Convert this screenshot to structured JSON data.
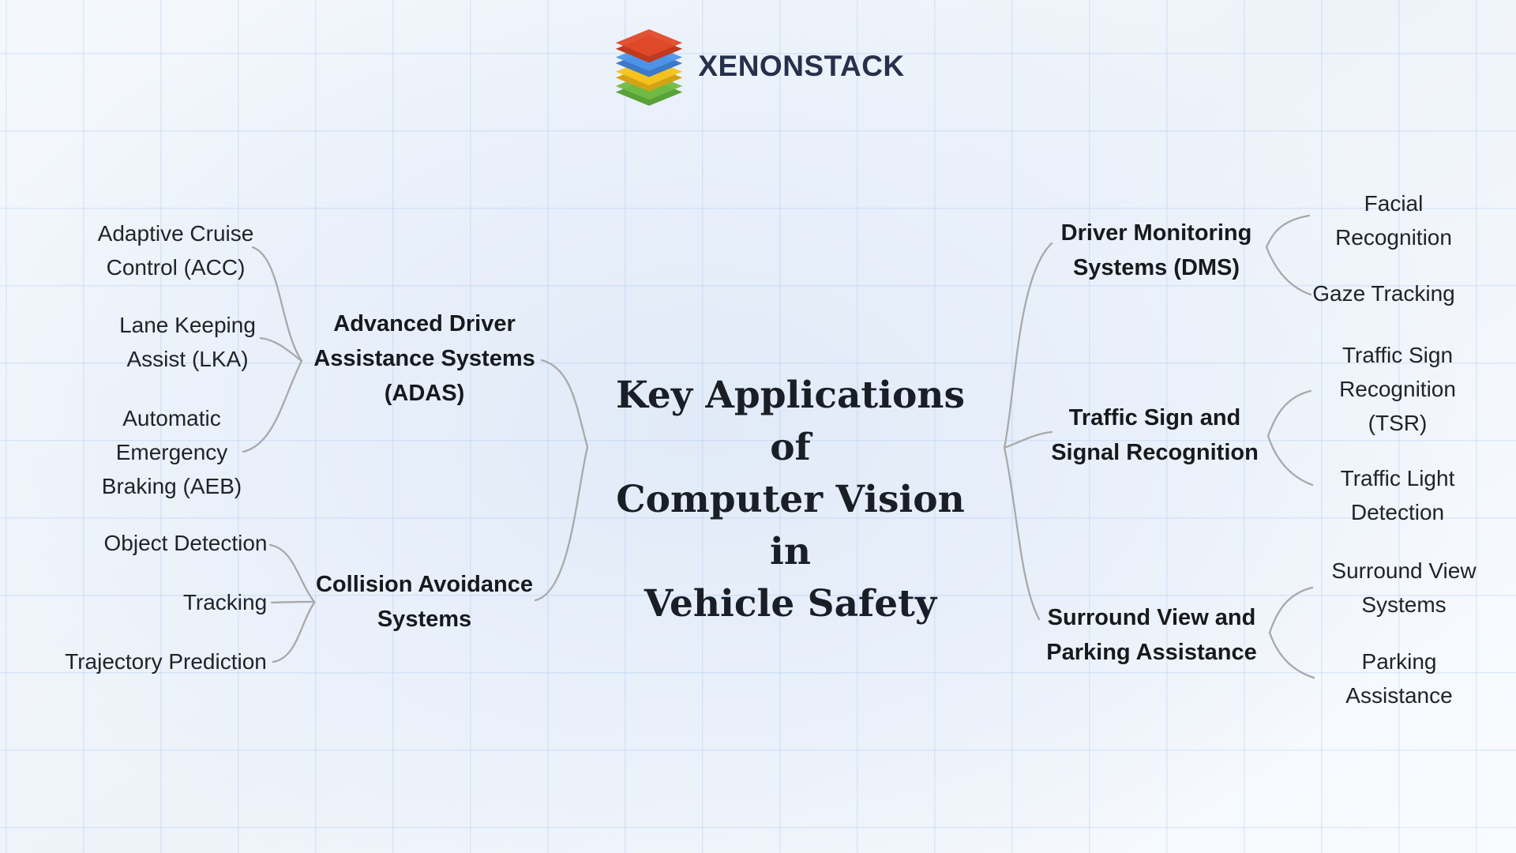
{
  "brand": {
    "name": "XENONSTACK",
    "logo_icon": "layer-stack-icon",
    "logo_layer_colors": [
      "#e2492b",
      "#4e95ea",
      "#f6c31d",
      "#72bb44"
    ],
    "logo_layer_edge_colors": [
      "#bd3a1f",
      "#3c79c8",
      "#d2a414",
      "#58a238"
    ],
    "wordmark_color": "#26304a"
  },
  "mindmap": {
    "title": {
      "text": "Key Applications of Computer Vision in Vehicle Safety",
      "lines": [
        "Key Applications of",
        "Computer Vision in",
        "Vehicle Safety"
      ]
    },
    "left_branches": [
      {
        "label": "Advanced Driver Assistance Systems (ADAS)",
        "lines": [
          "Advanced Driver",
          "Assistance Systems",
          "(ADAS)"
        ],
        "children": [
          {
            "label": "Adaptive Cruise Control (ACC)",
            "lines": [
              "Adaptive Cruise",
              "Control (ACC)"
            ]
          },
          {
            "label": "Lane Keeping Assist (LKA)",
            "lines": [
              "Lane Keeping",
              "Assist (LKA)"
            ]
          },
          {
            "label": "Automatic Emergency Braking (AEB)",
            "lines": [
              "Automatic",
              "Emergency",
              "Braking (AEB)"
            ]
          }
        ]
      },
      {
        "label": "Collision Avoidance Systems",
        "lines": [
          "Collision Avoidance",
          "Systems"
        ],
        "children": [
          {
            "label": "Object Detection",
            "lines": [
              "Object Detection"
            ]
          },
          {
            "label": "Tracking",
            "lines": [
              "Tracking"
            ]
          },
          {
            "label": "Trajectory Prediction",
            "lines": [
              "Trajectory Prediction"
            ]
          }
        ]
      }
    ],
    "right_branches": [
      {
        "label": "Driver Monitoring Systems (DMS)",
        "lines": [
          "Driver Monitoring",
          "Systems (DMS)"
        ],
        "children": [
          {
            "label": "Facial Recognition",
            "lines": [
              "Facial",
              "Recognition"
            ]
          },
          {
            "label": "Gaze Tracking",
            "lines": [
              "Gaze Tracking"
            ]
          }
        ]
      },
      {
        "label": "Traffic Sign and Signal Recognition",
        "lines": [
          "Traffic Sign and",
          "Signal Recognition"
        ],
        "children": [
          {
            "label": "Traffic Sign Recognition (TSR)",
            "lines": [
              "Traffic Sign",
              "Recognition",
              "(TSR)"
            ]
          },
          {
            "label": "Traffic Light Detection",
            "lines": [
              "Traffic Light",
              "Detection"
            ]
          }
        ]
      },
      {
        "label": "Surround View and Parking Assistance",
        "lines": [
          "Surround View and",
          "Parking Assistance"
        ],
        "children": [
          {
            "label": "Surround View Systems",
            "lines": [
              "Surround View",
              "Systems"
            ]
          },
          {
            "label": "Parking Assistance",
            "lines": [
              "Parking",
              "Assistance"
            ]
          }
        ]
      }
    ]
  },
  "colors": {
    "connector": "#a9a9a9",
    "grid_line": "#cfe0f5",
    "background_tint": "#e7eef9",
    "leaf_text": "#202428",
    "branch_text": "#17191d",
    "title_text": "#1a1e26"
  }
}
